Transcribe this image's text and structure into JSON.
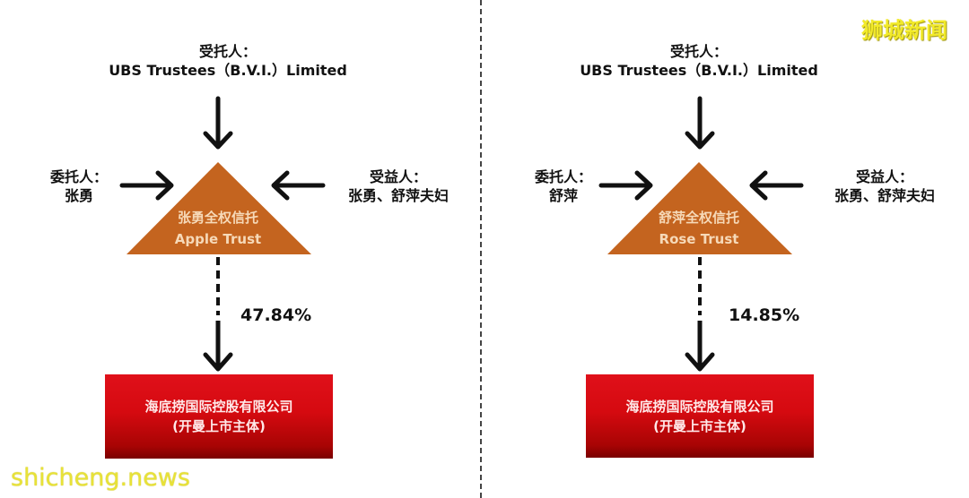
{
  "watermarks": {
    "top_right": "狮城新闻",
    "bottom_left": "shicheng.news"
  },
  "colors": {
    "triangle": "#c4641f",
    "triangle_text": "#f6d9b8",
    "company_box_top": "#e0101a",
    "company_box_bottom": "#7a0000",
    "arrow": "#111111"
  },
  "panels": [
    {
      "trustee_label": "受托人：",
      "trustee_name": "UBS Trustees（B.V.I.）Limited",
      "settlor_label": "委托人：",
      "settlor_name": "张勇",
      "beneficiary_label": "受益人：",
      "beneficiary_name": "张勇、舒萍夫妇",
      "trust_name_zh": "张勇全权信托",
      "trust_name_en": "Apple Trust",
      "ownership_pct": "47.84%",
      "company_name": "海底捞国际控股有限公司",
      "company_note": "(开曼上市主体)"
    },
    {
      "trustee_label": "受托人：",
      "trustee_name": "UBS Trustees（B.V.I.）Limited",
      "settlor_label": "委托人：",
      "settlor_name": "舒萍",
      "beneficiary_label": "受益人：",
      "beneficiary_name": "张勇、舒萍夫妇",
      "trust_name_zh": "舒萍全权信托",
      "trust_name_en": "Rose Trust",
      "ownership_pct": "14.85%",
      "company_name": "海底捞国际控股有限公司",
      "company_note": "(开曼上市主体)"
    }
  ]
}
